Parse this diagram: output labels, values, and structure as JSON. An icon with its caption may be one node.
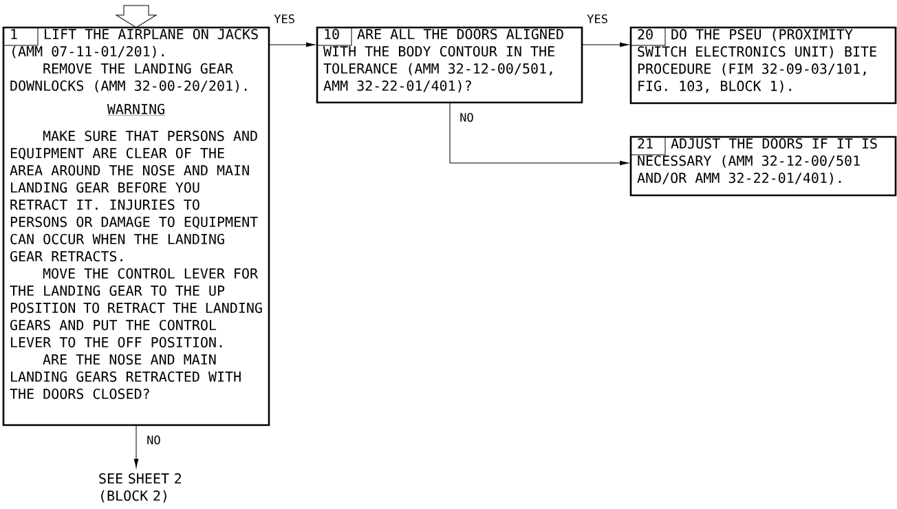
{
  "diagram": {
    "nodes": [
      {
        "text": [
          "1",
          "LIFT THE AIRPLANE ON JACKS (AMM 07-11-01/201).",
          "REMOVE THE LANDING GEAR DOWNLOCKS (AMM 32-00-20/201).",
          "WARNING",
          "MAKE SURE THAT PERSONS AND EQUIPMENT ARE CLEAR OF THE AREA AROUND THE NOSE AND MAIN LANDING GEAR BEFORE YOU RETRACT IT. INJURIES TO PERSONS OR DAMAGE TO EQUIPMENT CAN OCCUR WHEN THE LANDING GEAR RETRACTS.",
          "MOVE THE CONTROL LEVER FOR THE LANDING GEAR TO THE UP POSITION TO RETRACT THE LANDING GEARS AND PUT THE CONTROL LEVER TO THE OFF POSITION.",
          "ARE THE NOSE AND MAIN LANDING GEARS RETRACTED WITH THE DOORS CLOSED?"
        ]
      },
      {
        "text": [
          "10",
          "ARE ALL THE DOORS ALIGNED WITH THE BODY CONTOUR IN THE TOLERANCE (AMM 32-12-00/501, AMM 32-22-01/401)?"
        ]
      },
      {
        "text": [
          "20",
          "DO THE PSEU (PROXIMITY SWITCH ELECTRONICS UNIT) BITE PROCEDURE (FIM 32-09-03/101, FIG. 103, BLOCK 1)."
        ]
      },
      {
        "text": [
          "21",
          "ADJUST THE DOORS IF IT IS NECESSARY (AMM 32-12-00/501 AND/OR AMM 32-22-01/401)."
        ]
      },
      {
        "text": [
          "SEE SHEET 2 (BLOCK 2)"
        ]
      }
    ],
    "edges": [
      {
        "from": null,
        "to": 0,
        "arrow": "to"
      },
      {
        "from": 0,
        "to": 1,
        "arrow": "to",
        "label": "YES"
      },
      {
        "from": 1,
        "to": 2,
        "arrow": "to",
        "label": "YES"
      },
      {
        "from": 1,
        "to": 3,
        "arrow": "to",
        "label": "NO"
      },
      {
        "from": 0,
        "to": 4,
        "arrow": "to",
        "label": "NO"
      }
    ]
  }
}
